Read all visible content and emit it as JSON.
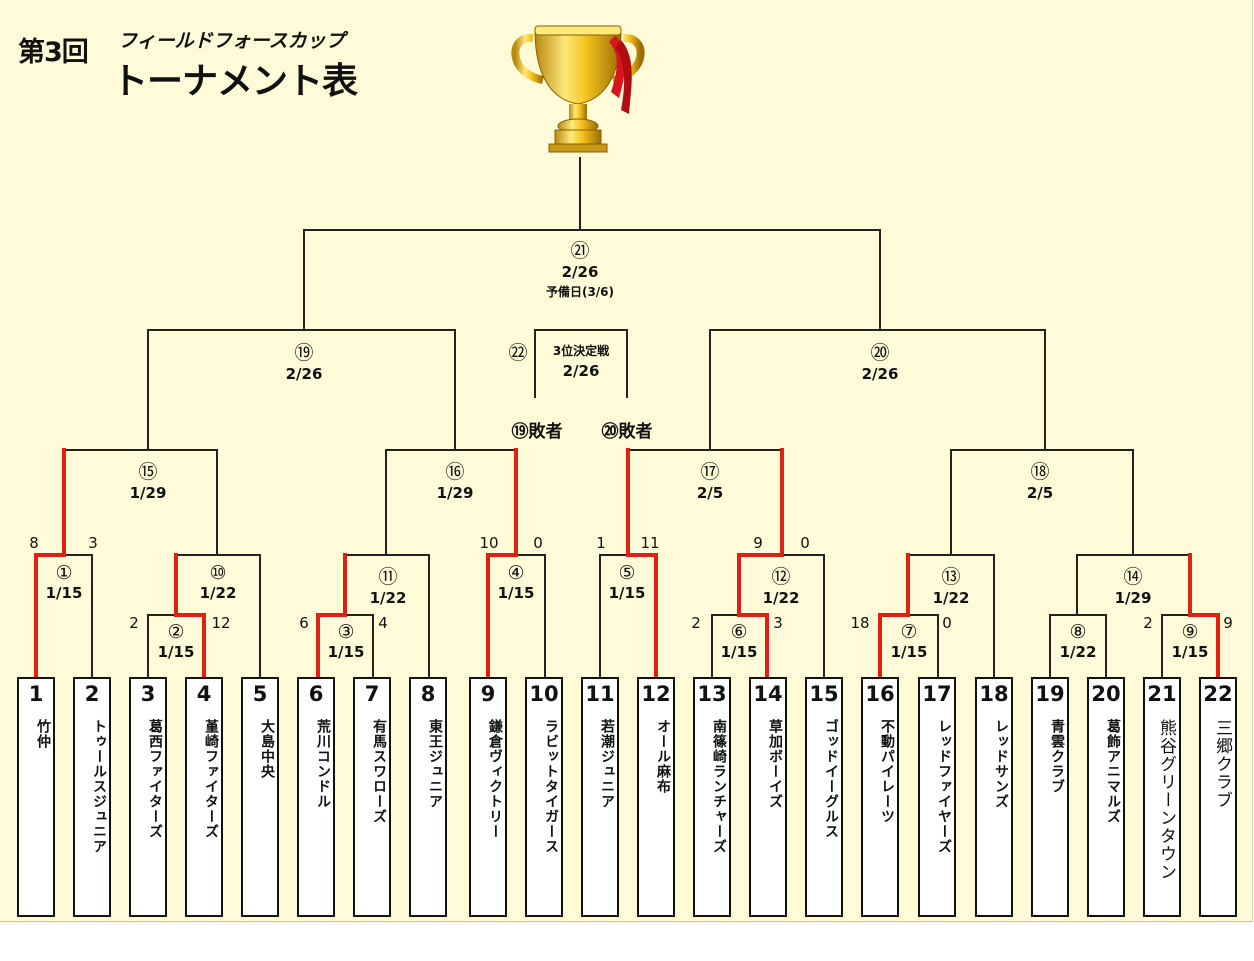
{
  "title": {
    "edition": "第3回",
    "cup": "フィールドフォースカップ",
    "heading": "トーナメント表"
  },
  "teams": [
    {
      "no": "1",
      "name": "竹仲"
    },
    {
      "no": "2",
      "name": "トゥールスジュニア"
    },
    {
      "no": "3",
      "name": "葛西ファイターズ"
    },
    {
      "no": "4",
      "name": "堇崎ファイターズ"
    },
    {
      "no": "5",
      "name": "大島中央"
    },
    {
      "no": "6",
      "name": "荒川コンドル"
    },
    {
      "no": "7",
      "name": "有馬スワローズ"
    },
    {
      "no": "8",
      "name": "東王ジュニア"
    },
    {
      "no": "9",
      "name": "鎌倉ヴィクトリー"
    },
    {
      "no": "10",
      "name": "ラビットタイガース"
    },
    {
      "no": "11",
      "name": "若潮ジュニア"
    },
    {
      "no": "12",
      "name": "オール麻布"
    },
    {
      "no": "13",
      "name": "南篠崎ランチャーズ"
    },
    {
      "no": "14",
      "name": "草加ボーイズ"
    },
    {
      "no": "15",
      "name": "ゴッドイーグルス"
    },
    {
      "no": "16",
      "name": "不動パイレーツ"
    },
    {
      "no": "17",
      "name": "レッドファイヤーズ"
    },
    {
      "no": "18",
      "name": "レッドサンズ"
    },
    {
      "no": "19",
      "name": "青雲クラブ"
    },
    {
      "no": "20",
      "name": "葛飾アニマルズ"
    },
    {
      "no": "21",
      "name": "熊谷グリーンタウン"
    },
    {
      "no": "22",
      "name": "三郷クラブ"
    }
  ],
  "matches": [
    {
      "id": "m1",
      "no": "①",
      "date": "1/15"
    },
    {
      "id": "m2",
      "no": "②",
      "date": "1/15"
    },
    {
      "id": "m3",
      "no": "③",
      "date": "1/15"
    },
    {
      "id": "m4",
      "no": "④",
      "date": "1/15"
    },
    {
      "id": "m5",
      "no": "⑤",
      "date": "1/15"
    },
    {
      "id": "m6",
      "no": "⑥",
      "date": "1/15"
    },
    {
      "id": "m7",
      "no": "⑦",
      "date": "1/15"
    },
    {
      "id": "m8",
      "no": "⑧",
      "date": "1/22"
    },
    {
      "id": "m9",
      "no": "⑨",
      "date": "1/15"
    },
    {
      "id": "m10",
      "no": "⑩",
      "date": "1/22"
    },
    {
      "id": "m11",
      "no": "⑪",
      "date": "1/22"
    },
    {
      "id": "m12",
      "no": "⑫",
      "date": "1/22"
    },
    {
      "id": "m13",
      "no": "⑬",
      "date": "1/22"
    },
    {
      "id": "m14",
      "no": "⑭",
      "date": "1/29"
    },
    {
      "id": "m15",
      "no": "⑮",
      "date": "1/29"
    },
    {
      "id": "m16",
      "no": "⑯",
      "date": "1/29"
    },
    {
      "id": "m17",
      "no": "⑰",
      "date": "2/5"
    },
    {
      "id": "m18",
      "no": "⑱",
      "date": "2/5"
    },
    {
      "id": "m19",
      "no": "⑲",
      "date": "2/26"
    },
    {
      "id": "m20",
      "no": "⑳",
      "date": "2/26"
    },
    {
      "id": "m21",
      "no": "㉑",
      "date": "2/26",
      "reserve": "予備日(3/6)"
    }
  ],
  "third_place": {
    "no": "㉒",
    "title": "3位決定戦",
    "date": "2/26",
    "left": "⑲敗者",
    "right": "⑳敗者"
  },
  "scores": {
    "m1": [
      "8",
      "3"
    ],
    "m2": [
      "2",
      "12"
    ],
    "m3": [
      "6",
      "4"
    ],
    "m4": [
      "10",
      "0"
    ],
    "m5": [
      "1",
      "11"
    ],
    "m6": [
      "2",
      "3"
    ],
    "m7": [
      "18",
      "0"
    ],
    "m9": [
      "2",
      "9"
    ],
    "m12": [
      "9",
      "0"
    ]
  },
  "colors": {
    "background": "#fffbd8",
    "line": "#222222",
    "winner": "#e02010"
  }
}
